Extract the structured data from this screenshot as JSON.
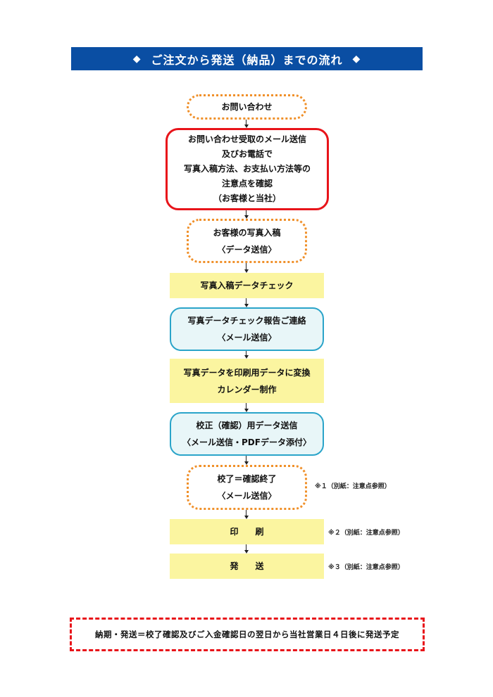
{
  "title": {
    "diamond": "◆",
    "text": "ご注文から発送（納品）までの流れ"
  },
  "steps": [
    {
      "lines": [
        "お問い合わせ"
      ]
    },
    {
      "lines": [
        "お問い合わせ受取のメール送信",
        "及びお電話で",
        "写真入稿方法、お支払い方法等の",
        "注意点を確認",
        "（お客様と当社）"
      ]
    },
    {
      "lines": [
        "お客様の写真入稿",
        "〈データ送信〉"
      ]
    },
    {
      "lines": [
        "写真入稿データチェック"
      ]
    },
    {
      "lines": [
        "写真データチェック報告ご連絡",
        "〈メール送信〉"
      ]
    },
    {
      "lines": [
        "写真データを印刷用データに変換",
        "カレンダー制作"
      ]
    },
    {
      "lines": [
        "校正（確認）用データ送信",
        "〈メール送信・PDFデータ添付〉"
      ]
    },
    {
      "lines": [
        "校了＝確認終了",
        "〈メール送信〉"
      ]
    },
    {
      "lines": [
        "印　　刷"
      ]
    },
    {
      "lines": [
        "発　　送"
      ]
    }
  ],
  "notes": [
    "※１（別紙：注意点参照）",
    "※２（別紙：注意点参照）",
    "※３（別紙：注意点参照）"
  ],
  "footer": "納期・発送＝校了確認及びご入金確認日の翌日から当社営業日４日後に発送予定"
}
